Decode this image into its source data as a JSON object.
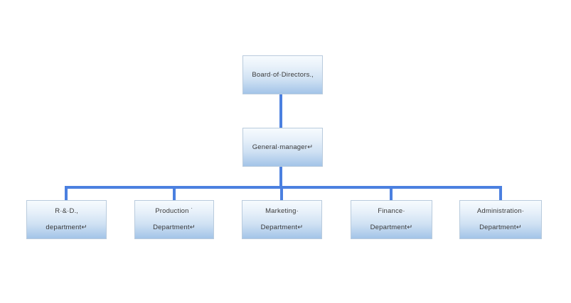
{
  "diagram": {
    "type": "org-chart",
    "root": "Board of Directors",
    "levels": [
      [
        "Board of Directors"
      ],
      [
        "General manager"
      ],
      [
        "R & D department",
        "Production Department",
        "Marketing Department",
        "Finance Department",
        "Administration Department"
      ]
    ],
    "colors": {
      "connector": "#4b80e0",
      "box_border": "#b9cbdd",
      "box_gradient_top": "#f7fbfe",
      "box_gradient_bottom": "#a3c4e8",
      "text": "#3a3a3a",
      "background": "#ffffff"
    }
  },
  "nodes": {
    "board": {
      "line1": "Board·of·Directors.‚"
    },
    "general_manager": {
      "line1": "General·manager↵"
    },
    "rd": {
      "line1": "R·&·D.‚",
      "line2": "department↵"
    },
    "production": {
      "line1": "Production ˙",
      "line2": "Department↵"
    },
    "marketing": {
      "line1": "Marketing·",
      "line2": "Department↵"
    },
    "finance": {
      "line1": "Finance·",
      "line2": "Department↵"
    },
    "administration": {
      "line1": "Administration·",
      "line2": "Department↵"
    }
  }
}
